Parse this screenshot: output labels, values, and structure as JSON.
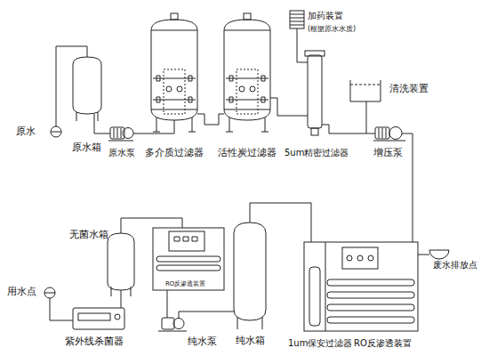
{
  "diagram": {
    "nodes": [
      {
        "text": [
          "原水"
        ]
      },
      {
        "text": [
          "原水箱"
        ]
      },
      {
        "text": [
          "原水泵"
        ]
      },
      {
        "text": [
          "多介质过滤器"
        ]
      },
      {
        "text": [
          "活性炭过滤器"
        ]
      },
      {
        "text": [
          "加药装置",
          "(根据原水水质)"
        ]
      },
      {
        "text": [
          "5um精密过滤器"
        ]
      },
      {
        "text": [
          "清洗装置"
        ]
      },
      {
        "text": [
          "增压泵"
        ]
      },
      {
        "text": [
          "1um保安过滤器",
          "RO反渗透装置"
        ]
      },
      {
        "text": [
          "废水排放点"
        ]
      },
      {
        "text": [
          "纯水箱"
        ]
      },
      {
        "text": [
          "纯水泵"
        ]
      },
      {
        "text": [
          "RO反渗透装置"
        ]
      },
      {
        "text": [
          "无菌水箱"
        ]
      },
      {
        "text": [
          "紫外线杀菌器"
        ]
      },
      {
        "text": [
          "用水点"
        ]
      }
    ],
    "edges": [
      {
        "from": 0,
        "to": 1,
        "arrow": "none"
      },
      {
        "from": 1,
        "to": 2,
        "arrow": "none"
      },
      {
        "from": 2,
        "to": 3,
        "arrow": "none"
      },
      {
        "from": 3,
        "to": 4,
        "arrow": "none"
      },
      {
        "from": 4,
        "to": 6,
        "arrow": "none"
      },
      {
        "from": 5,
        "to": 6,
        "arrow": "none"
      },
      {
        "from": 6,
        "to": 8,
        "arrow": "none"
      },
      {
        "from": 7,
        "to": 8,
        "arrow": "none"
      },
      {
        "from": 8,
        "to": 9,
        "arrow": "none"
      },
      {
        "from": 9,
        "to": 10,
        "arrow": "none"
      },
      {
        "from": 9,
        "to": 11,
        "arrow": "none"
      },
      {
        "from": 11,
        "to": 12,
        "arrow": "none"
      },
      {
        "from": 12,
        "to": 13,
        "arrow": "none"
      },
      {
        "from": 13,
        "to": 14,
        "arrow": "none"
      },
      {
        "from": 14,
        "to": 15,
        "arrow": "none"
      },
      {
        "from": 15,
        "to": 16,
        "arrow": "none"
      }
    ]
  }
}
